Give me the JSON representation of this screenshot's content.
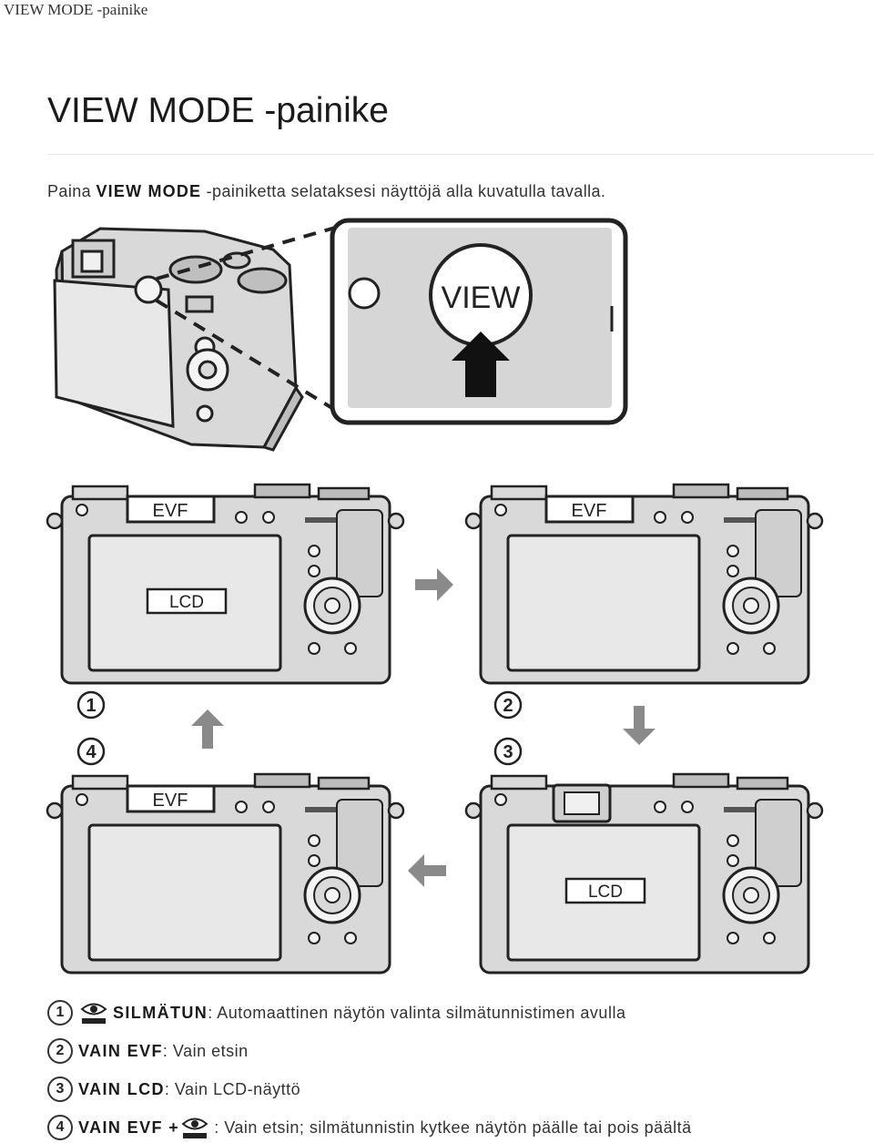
{
  "window": {
    "tab_title": "VIEW MODE -painike"
  },
  "page": {
    "title": "VIEW MODE -painike",
    "intro_prefix": "Paina ",
    "intro_bold": "VIEW MODE",
    "intro_suffix": " -painiketta selataksesi näyttöjä alla kuvatulla tavalla."
  },
  "figure": {
    "button_label": "VIEW",
    "evf_label": "EVF",
    "lcd_label": "LCD",
    "step_numbers": [
      "1",
      "2",
      "3",
      "4"
    ]
  },
  "legend": {
    "items": [
      {
        "number": "1",
        "icon": "eye-sensor-icon",
        "name": "SILMÄTUN",
        "desc": ": Automaattinen näytön valinta silmätunnistimen avulla"
      },
      {
        "number": "2",
        "name": "VAIN EVF",
        "desc": ": Vain etsin"
      },
      {
        "number": "3",
        "name": "VAIN LCD",
        "desc": ": Vain LCD-näyttö"
      },
      {
        "number": "4",
        "name": "VAIN EVF +",
        "icon": "eye-sensor-icon",
        "desc": ": Vain etsin; silmätunnistin kytkee näytön päälle tai pois päältä"
      }
    ]
  },
  "colors": {
    "camera_body": "#d9d9d9",
    "outline": "#222222",
    "screen": "#ececec"
  }
}
